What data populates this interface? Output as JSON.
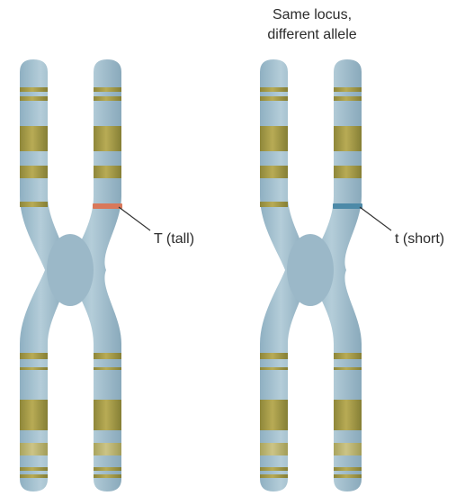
{
  "caption": {
    "line1": "Same locus,",
    "line2": "different allele"
  },
  "chromosomes": [
    {
      "id": "left",
      "allele_label": "T (tall)",
      "marker_color": "#d9785a"
    },
    {
      "id": "right",
      "allele_label": "t (short)",
      "marker_color": "#4d8aa8"
    }
  ],
  "colors": {
    "chromatid": "#9bb8c8",
    "chromatid_highlight": "#b3cbd8",
    "band_dark": "#8f8b3a",
    "band_gold": "#b1a44b",
    "band_light": "#c4c07a",
    "leader_line": "#333333"
  }
}
